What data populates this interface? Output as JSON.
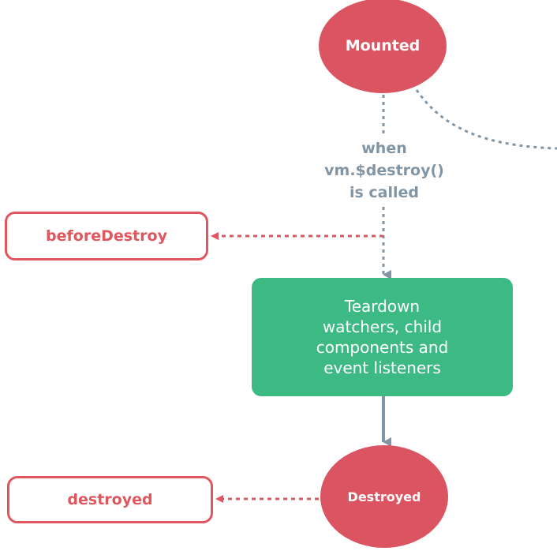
{
  "nodes": {
    "mounted": {
      "label": "Mounted"
    },
    "destroyed": {
      "label": "Destroyed"
    },
    "teardown": {
      "label": "Teardown\nwatchers, child\ncomponents and\nevent listeners"
    }
  },
  "hooks": {
    "before_destroy": {
      "label": "beforeDestroy"
    },
    "destroyed": {
      "label": "destroyed"
    }
  },
  "condition": {
    "label": "when\nvm.$destroy()\nis called"
  },
  "colors": {
    "circle": "#db5461",
    "hook": "#e0565f",
    "process": "#3dba84",
    "connector_gray": "#8195a4"
  }
}
